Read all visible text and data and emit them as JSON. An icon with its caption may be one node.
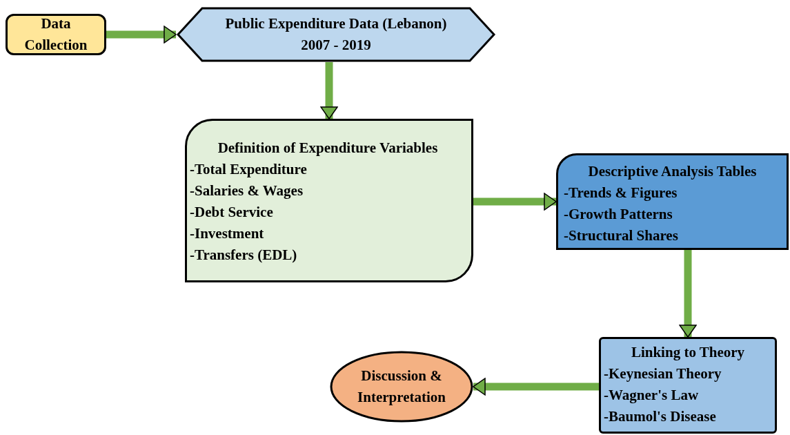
{
  "diagram": {
    "nodes": [
      {
        "text": [
          "Data Collection"
        ]
      },
      {
        "text": [
          "Public Expenditure Data (Lebanon)",
          "2007 - 2019"
        ]
      },
      {
        "text": [
          "Definition of Expenditure Variables",
          "-Total Expenditure",
          "-Salaries & Wages",
          "-Debt Service",
          "-Investment",
          "-Transfers (EDL)"
        ]
      },
      {
        "text": [
          "Descriptive Analysis Tables",
          "-Trends & Figures",
          "-Growth Patterns",
          "-Structural Shares"
        ]
      },
      {
        "text": [
          "Linking to Theory",
          "-Keynesian Theory",
          "-Wagner's Law",
          "-Baumol's Disease"
        ]
      },
      {
        "text": [
          "Discussion & Interpretation"
        ]
      }
    ],
    "edges": [
      {
        "from": 0,
        "to": 1,
        "arrow": "to"
      },
      {
        "from": 1,
        "to": 2,
        "arrow": "to"
      },
      {
        "from": 2,
        "to": 3,
        "arrow": "to"
      },
      {
        "from": 3,
        "to": 4,
        "arrow": "to"
      },
      {
        "from": 4,
        "to": 5,
        "arrow": "to"
      }
    ]
  }
}
